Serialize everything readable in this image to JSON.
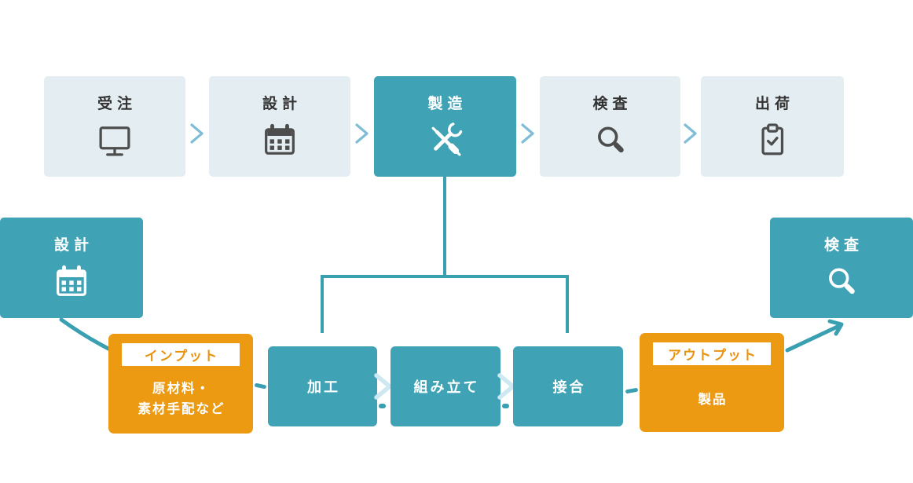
{
  "diagram": {
    "main_flow": {
      "steps": [
        {
          "label": "受注",
          "icon": "monitor-icon"
        },
        {
          "label": "設計",
          "icon": "calendar-icon"
        },
        {
          "label": "製造",
          "icon": "tools-icon",
          "highlighted": true
        },
        {
          "label": "検査",
          "icon": "magnifier-icon"
        },
        {
          "label": "出荷",
          "icon": "clipboard-icon"
        }
      ]
    },
    "detail_flow": {
      "design": {
        "label": "設計",
        "icon": "calendar-icon"
      },
      "input": {
        "tag": "インプット",
        "line1": "原材料・",
        "line2": "素材手配など"
      },
      "steps": [
        {
          "label": "加工"
        },
        {
          "label": "組み立て"
        },
        {
          "label": "接合"
        }
      ],
      "output": {
        "tag": "アウトプット",
        "body": "製品"
      },
      "inspection": {
        "label": "検査",
        "icon": "magnifier-icon"
      }
    },
    "colors": {
      "teal": "#3FA3B5",
      "light_box": "#E4EEF2",
      "orange": "#EB9A12",
      "connector": "#3A9FB1",
      "chevron_main": "#7FBDD6",
      "chevron_sub": "#CEE8F1",
      "text_dark": "#333333",
      "icon_gray": "#4D4D4D",
      "tag_text": "#E89410",
      "white": "#FFFFFF"
    }
  }
}
